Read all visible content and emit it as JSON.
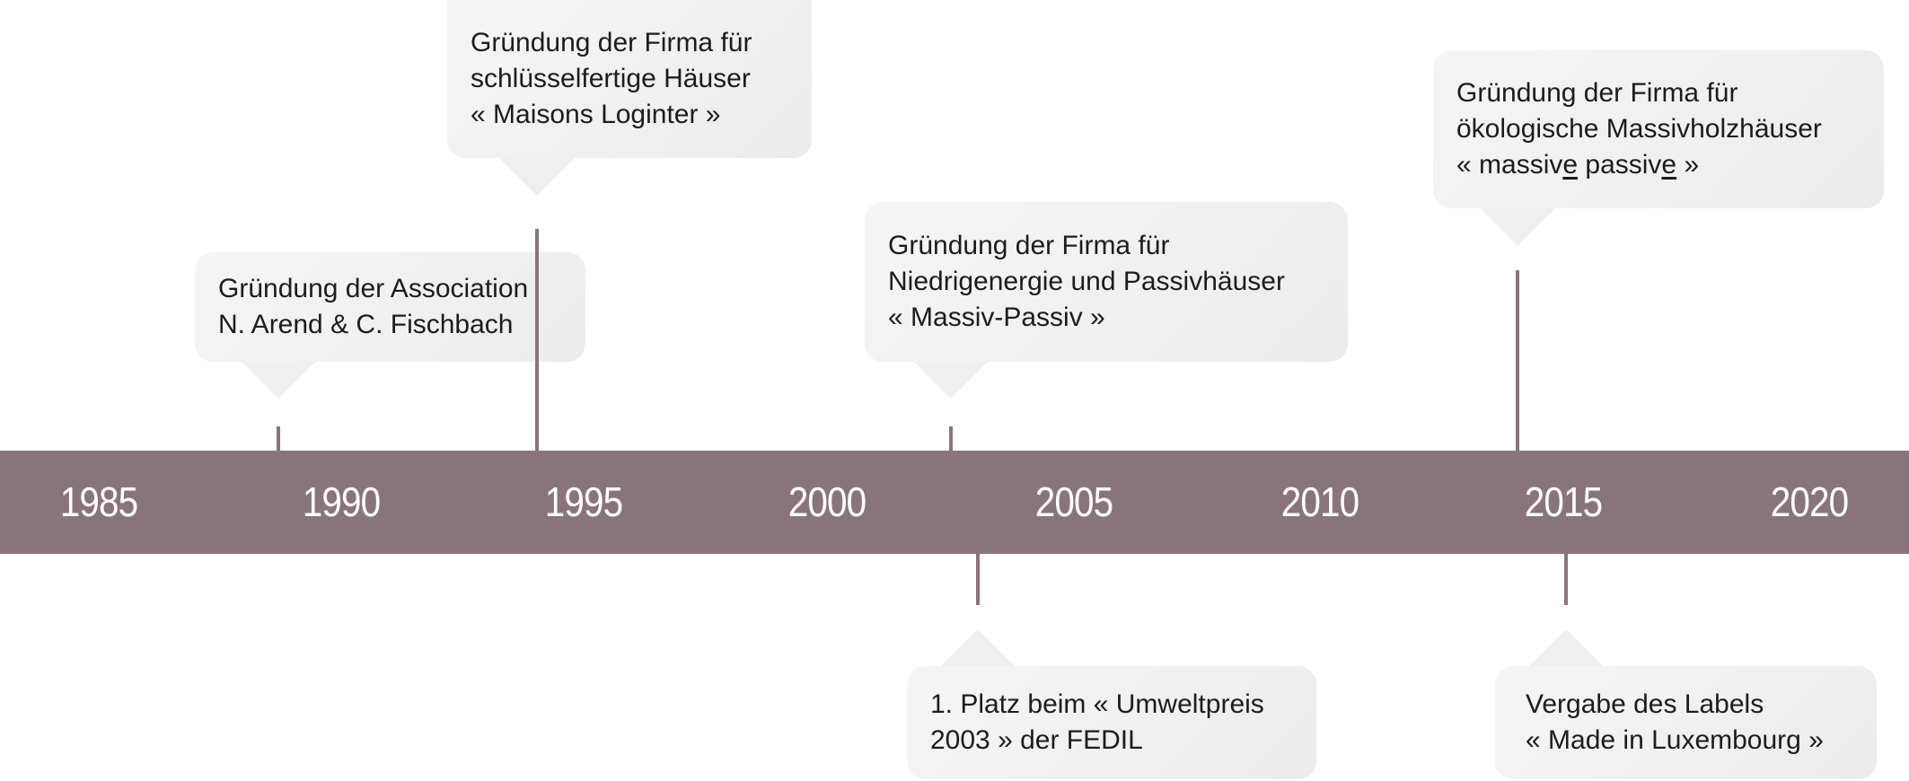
{
  "timeline": {
    "color": "#8a747c",
    "years": [
      "1985",
      "1990",
      "1995",
      "2000",
      "2005",
      "2010",
      "2015",
      "2020"
    ]
  },
  "events": [
    {
      "year": 1988,
      "lines": [
        "Gründung der Association",
        "N. Arend & C. Fischbach"
      ]
    },
    {
      "year": 1994,
      "lines": [
        "Gründung der Firma für",
        "schlüsselfertige Häuser",
        "« Maisons Loginter »"
      ]
    },
    {
      "year": 2002,
      "lines": [
        "Gründung der Firma für",
        "Niedrigenergie und Passivhäuser",
        "« Massiv-Passiv »"
      ]
    },
    {
      "year": 2014,
      "lines": [
        "Gründung der Firma für",
        "ökologische Massivholzhäuser"
      ],
      "name_parts": [
        "« massiv",
        "e",
        " passiv",
        "e",
        " »"
      ]
    },
    {
      "year": 2003,
      "lines": [
        "1. Platz beim « Umweltpreis",
        "2003 » der FEDIL"
      ]
    },
    {
      "year": 2015,
      "lines": [
        "Vergabe des Labels",
        "« Made in Luxembourg »"
      ]
    }
  ]
}
